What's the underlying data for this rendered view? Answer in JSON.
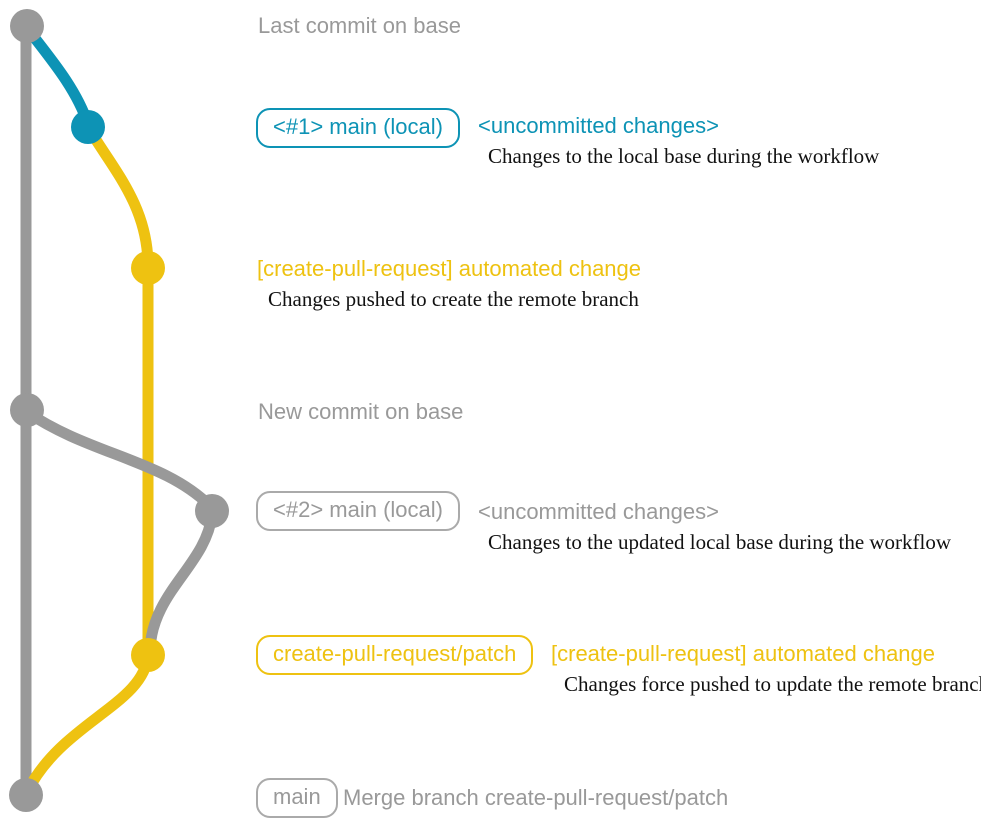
{
  "colors": {
    "gray": "#999999",
    "teal": "#0d93b5",
    "yellow": "#eec211",
    "text_black": "#111111",
    "background": "#ffffff"
  },
  "graph": {
    "description": "git graph: base branch (gray) with local main commits (teal/gray) and create-pull-request/patch branch (yellow)",
    "commit_dots": [
      {
        "name": "last-commit-on-base",
        "color_key": "gray"
      },
      {
        "name": "local-main-commit-1",
        "color_key": "teal"
      },
      {
        "name": "patch-branch-commit-1",
        "color_key": "yellow"
      },
      {
        "name": "new-commit-on-base",
        "color_key": "gray"
      },
      {
        "name": "local-main-commit-2",
        "color_key": "gray"
      },
      {
        "name": "patch-branch-commit-2",
        "color_key": "yellow"
      },
      {
        "name": "merge-commit-on-base",
        "color_key": "gray"
      }
    ]
  },
  "annotations": {
    "header1": "Last commit on base",
    "header2": "New commit on base",
    "row1": {
      "branch_label": "<#1> main (local)",
      "title": "<uncommitted changes>",
      "subtitle": "Changes to the local base during the workflow"
    },
    "row2": {
      "title": "[create-pull-request] automated change",
      "subtitle": "Changes pushed to create the remote branch"
    },
    "row3": {
      "branch_label": "<#2> main (local)",
      "title": "<uncommitted changes>",
      "subtitle": "Changes to the updated local base during the workflow"
    },
    "row4": {
      "branch_label": "create-pull-request/patch",
      "title": "[create-pull-request] automated change",
      "subtitle": "Changes force pushed to update the remote branch"
    },
    "row5": {
      "branch_label": "main",
      "title": "Merge branch create-pull-request/patch"
    }
  }
}
